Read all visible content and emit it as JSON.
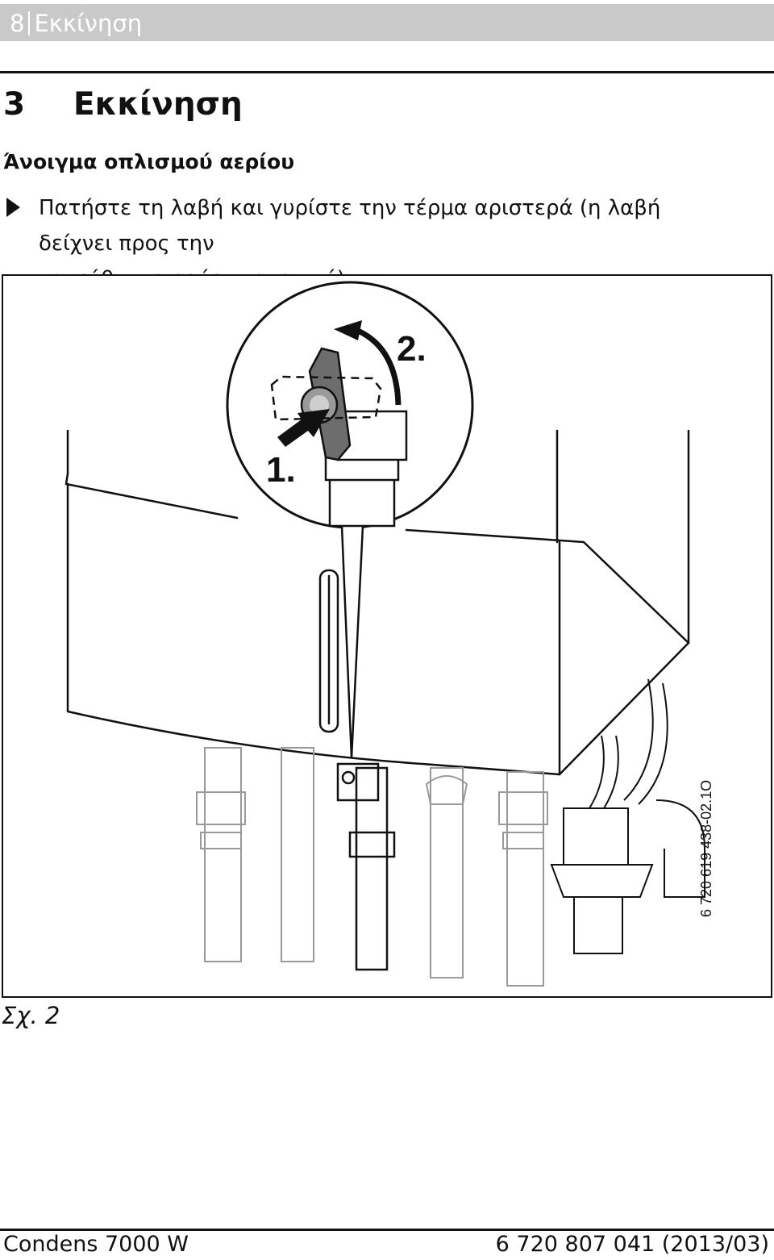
{
  "header": {
    "page_number": "8",
    "section": "Εκκίνηση"
  },
  "chapter": {
    "number": "3",
    "title": "Εκκίνηση"
  },
  "subheading": "Άνοιγμα οπλισμού αερίου",
  "step": {
    "line1": "Πατήστε τη λαβή και γυρίστε την τέρμα αριστερά (η λαβή δείχνει προς την",
    "line2": "κατεύθυνση ροής = ανοιχτή)."
  },
  "figure": {
    "step_labels": [
      "1.",
      "2."
    ],
    "code": "6 720 619 438-02.1O",
    "caption": "Σχ. 2"
  },
  "footer": {
    "product": "Condens 7000 W",
    "doc_number": "6 720 807 041 (2013/03)"
  }
}
